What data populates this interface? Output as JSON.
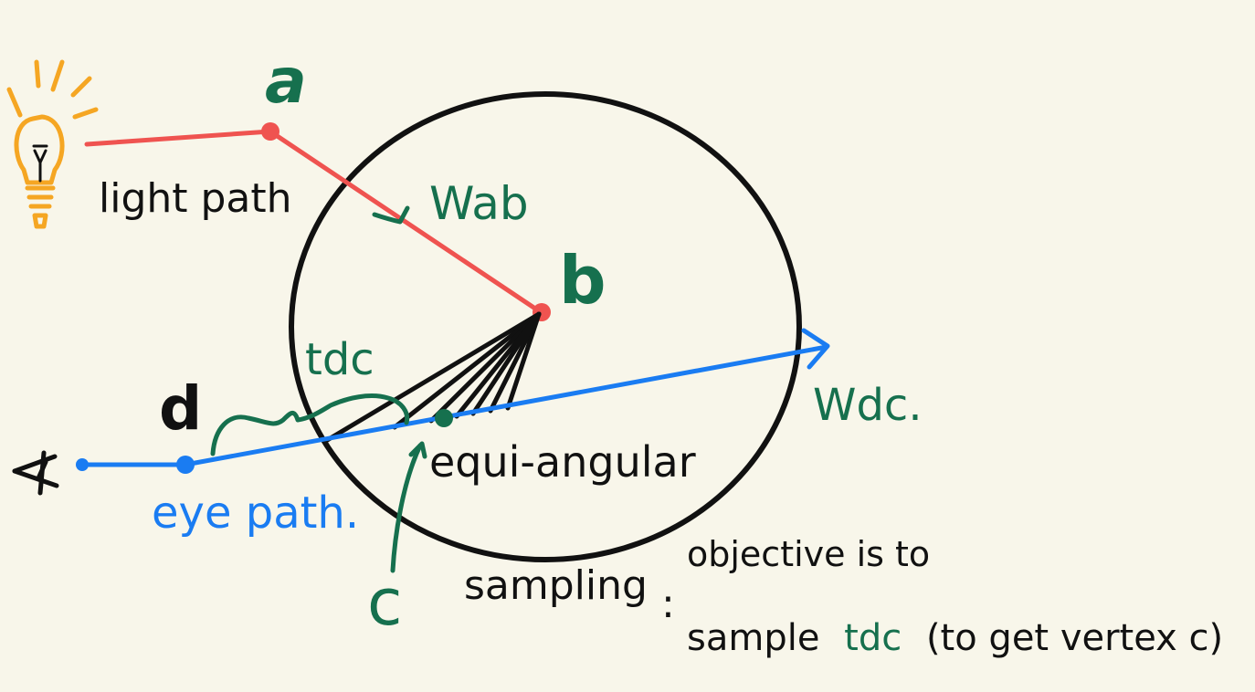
{
  "colors": {
    "background": "#f8f6ea",
    "light_path": "#ef5350",
    "eye_path": "#1a7cf2",
    "annotation_green": "#16704e",
    "ink": "#111111",
    "bulb": "#f5a623"
  },
  "icons": {
    "light_source": "lightbulb-icon",
    "camera": "eye-icon"
  },
  "labels": {
    "vertex_a": "a",
    "vertex_b": "b",
    "vertex_c": "c",
    "vertex_d": "d",
    "direction_ab": "Wab",
    "direction_dc": "Wdc.",
    "distance_dc": "tdc",
    "light_path": "light path",
    "eye_path": "eye path.",
    "equi_angular": "equi-angular",
    "sampling": "sampling",
    "colon": ":",
    "objective_line1": "objective is to",
    "objective_sample": "sample",
    "objective_tdc": "tdc",
    "objective_rest": "(to get vertex c)"
  }
}
